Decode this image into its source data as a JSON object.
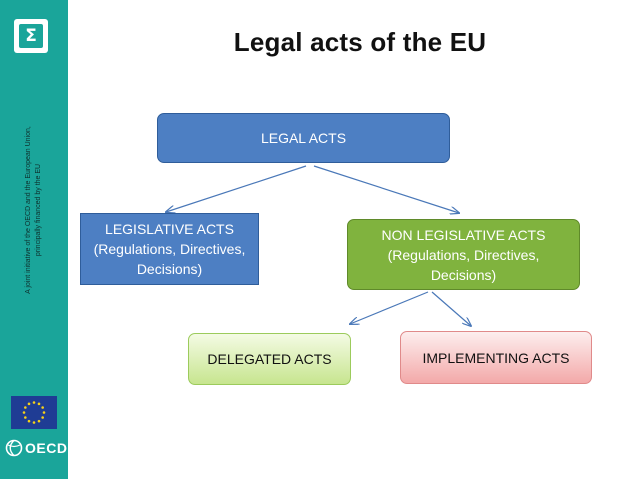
{
  "sidebar": {
    "logo_glyph": "Σ",
    "vertical_text_line1": "A joint initiative of the OECD and the European Union,",
    "vertical_text_line2": "principally financed by the EU",
    "oecd_label": "OECD",
    "color": "#1aa59a"
  },
  "title": "Legal acts of the EU",
  "nodes": {
    "legal_acts": {
      "label": "LEGAL ACTS",
      "color": "#4d7fc3"
    },
    "legislative_acts": {
      "label": "LEGISLATIVE ACTS",
      "detail": "(Regulations, Directives, Decisions)",
      "color": "#4d7fc3"
    },
    "non_legislative_acts": {
      "label": "NON LEGISLATIVE ACTS",
      "detail": "(Regulations, Directives, Decisions)",
      "color": "#80b33e"
    },
    "delegated_acts": {
      "label": "DELEGATED ACTS",
      "color": "#c7e58f"
    },
    "implementing_acts": {
      "label": "IMPLEMENTING ACTS",
      "color": "#f3a9a9"
    }
  },
  "edges": [
    {
      "from": "legal_acts",
      "to": "legislative_acts"
    },
    {
      "from": "legal_acts",
      "to": "non_legislative_acts"
    },
    {
      "from": "non_legislative_acts",
      "to": "delegated_acts"
    },
    {
      "from": "non_legislative_acts",
      "to": "implementing_acts"
    }
  ],
  "arrow_color": "#4a78b8"
}
